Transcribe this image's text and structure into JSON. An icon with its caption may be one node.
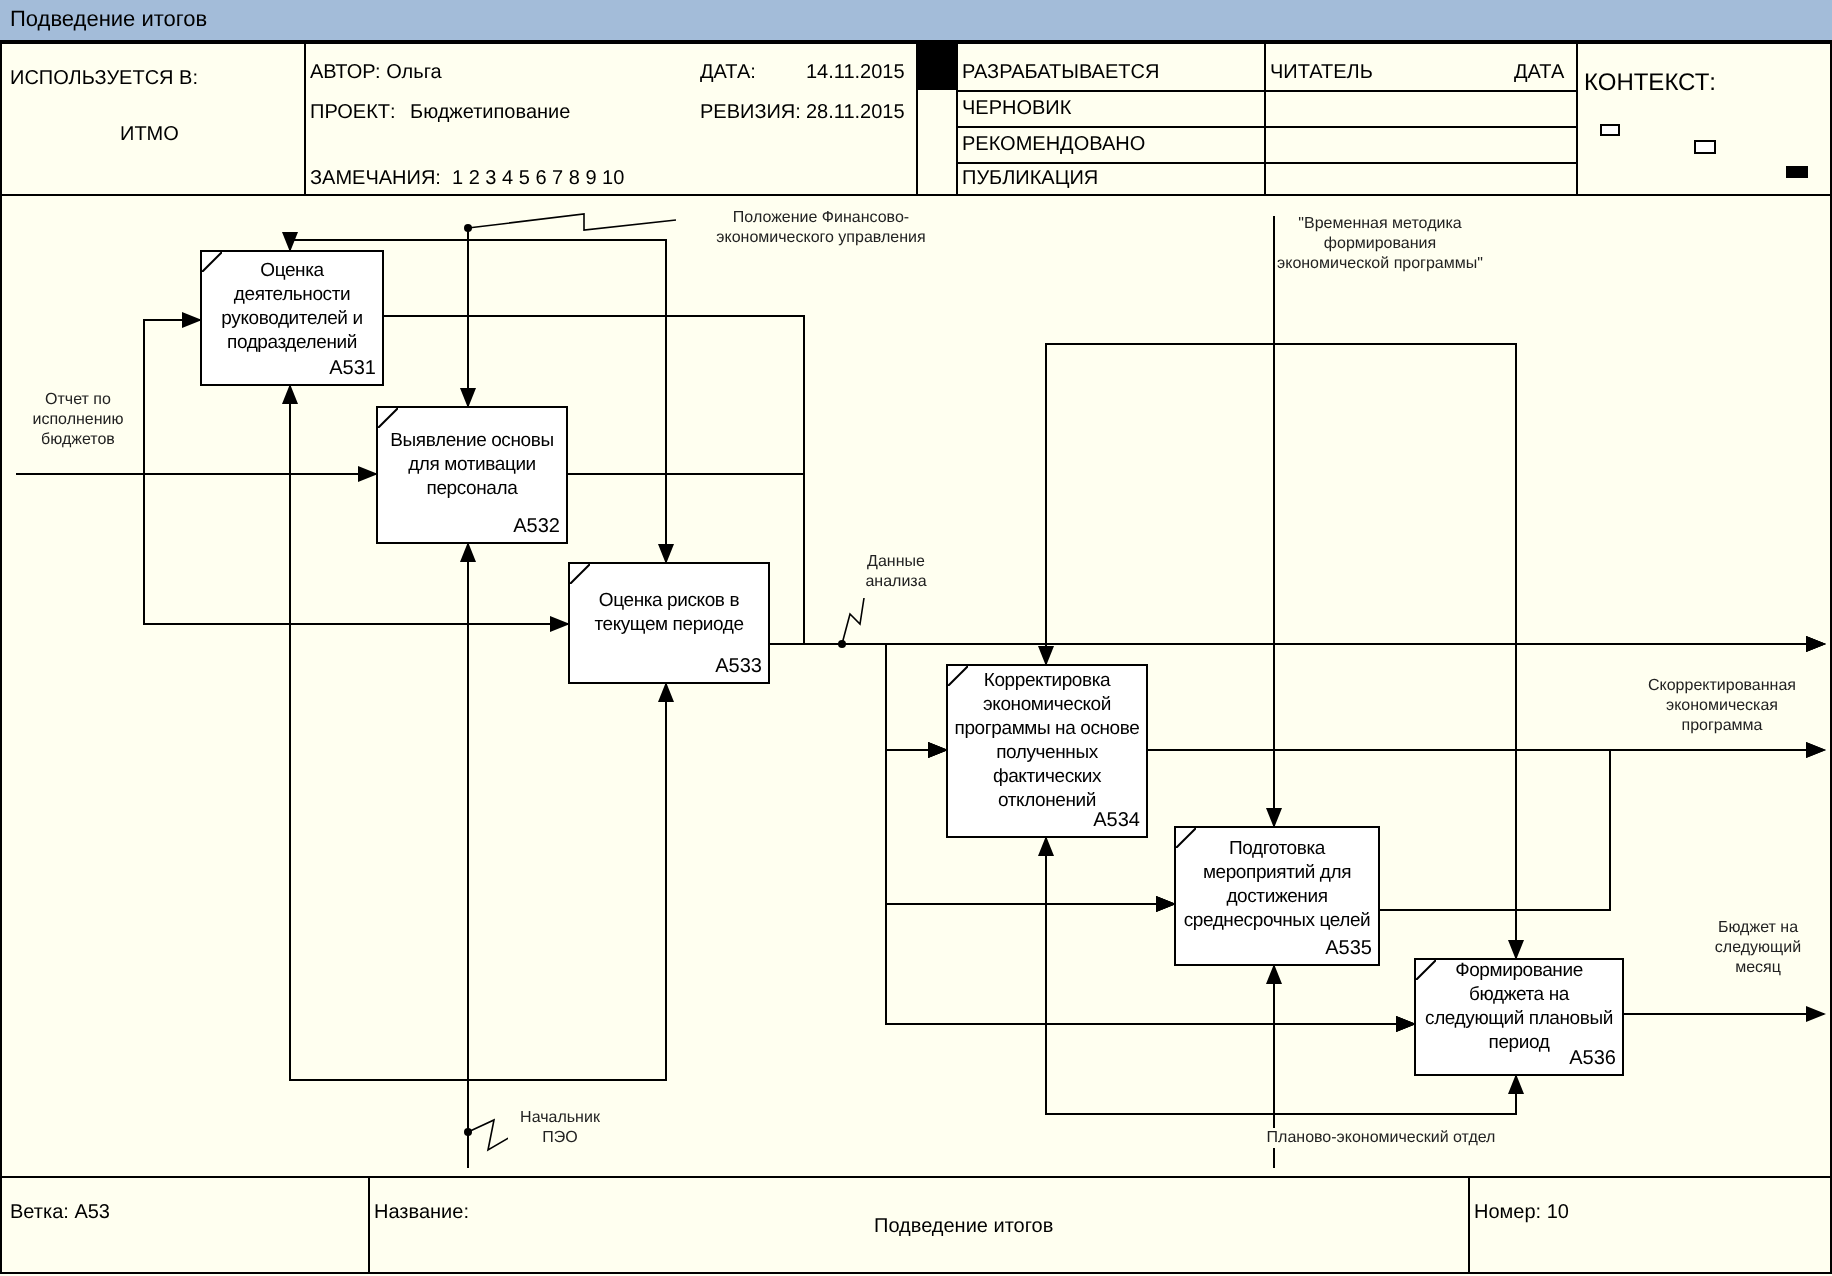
{
  "diagram": {
    "title": "Подведение итогов",
    "nodes": [
      {
        "text": [
          "Оценка деятельности руководителей и подразделений",
          "A531"
        ]
      },
      {
        "text": [
          "Выявление основы для мотивации персонала",
          "A532"
        ]
      },
      {
        "text": [
          "Оценка рисков в текущем периоде",
          "A533"
        ]
      },
      {
        "text": [
          "Корректировка экономической программы на основе полученных фактических отклонений",
          "A534"
        ]
      },
      {
        "text": [
          "Подготовка мероприятий для достижения среднесрочных целей",
          "A535"
        ]
      },
      {
        "text": [
          "Формирование бюджета на следующий плановый период",
          "A536"
        ]
      }
    ],
    "edges": [
      {
        "from": null,
        "to": 0,
        "arrow": "to"
      },
      {
        "from": null,
        "to": 1,
        "arrow": "to",
        "label": "Отчет по исполнению бюджетов"
      },
      {
        "from": null,
        "to": 2,
        "arrow": "to"
      },
      {
        "from": null,
        "to": 0,
        "arrow": "to"
      },
      {
        "from": null,
        "to": 1,
        "arrow": "to"
      },
      {
        "from": null,
        "to": 2,
        "arrow": "to",
        "label": "Положение Финансово-экономического управления"
      },
      {
        "from": null,
        "to": 0,
        "arrow": "to",
        "label": "Начальник ПЭО"
      },
      {
        "from": null,
        "to": 1,
        "arrow": "to"
      },
      {
        "from": null,
        "to": 2,
        "arrow": "to"
      },
      {
        "from": 0,
        "to": 3,
        "arrow": "to"
      },
      {
        "from": 0,
        "to": 4,
        "arrow": "to"
      },
      {
        "from": 0,
        "to": 5,
        "arrow": "to"
      },
      {
        "from": 0,
        "to": null,
        "arrow": "to"
      },
      {
        "from": 1,
        "to": 3,
        "arrow": "to"
      },
      {
        "from": 1,
        "to": 4,
        "arrow": "to"
      },
      {
        "from": 1,
        "to": 5,
        "arrow": "to"
      },
      {
        "from": 1,
        "to": null,
        "arrow": "to"
      },
      {
        "from": 2,
        "to": 3,
        "arrow": "to"
      },
      {
        "from": 2,
        "to": 4,
        "arrow": "to"
      },
      {
        "from": 2,
        "to": 5,
        "arrow": "to"
      },
      {
        "from": 2,
        "to": null,
        "arrow": "to",
        "label": "Данные анализа"
      },
      {
        "from": null,
        "to": 3,
        "arrow": "to",
        "label": "\"Временная методика формирования экономической программы\""
      },
      {
        "from": null,
        "to": 4,
        "arrow": "to"
      },
      {
        "from": null,
        "to": 5,
        "arrow": "to"
      },
      {
        "from": 3,
        "to": null,
        "arrow": "to",
        "label": "Скорректированная экономическая программа"
      },
      {
        "from": 4,
        "to": null,
        "arrow": "to"
      },
      {
        "from": 5,
        "to": null,
        "arrow": "to",
        "label": "Бюджет на следующий месяц"
      },
      {
        "from": null,
        "to": 3,
        "arrow": "to",
        "label": "Планово-экономический отдел"
      },
      {
        "from": null,
        "to": 4,
        "arrow": "to"
      },
      {
        "from": null,
        "to": 5,
        "arrow": "to"
      }
    ],
    "labels": [
      "ИСПОЛЬЗУЕТСЯ В:",
      "АВТОР: Ольга",
      "ДАТА:",
      "14.11.2015",
      "РАЗРАБАТЫВАЕТСЯ",
      "ЧИТАТЕЛЬ",
      "ДАТА",
      "КОНТЕКСТ:",
      "ПРОЕКТ:",
      "Бюджетипование",
      "РЕВИЗИЯ:",
      "28.11.2015",
      "ЧЕРНОВИК",
      "ИТМО",
      "РЕКОМЕНДОВАНО",
      "ЗАМЕЧАНИЯ:",
      "1 2 3 4 5 6 7 8 9 10",
      "ПУБЛИКАЦИЯ",
      "Ветка: A53",
      "Название:",
      "Подведение итогов",
      "Номер: 10"
    ]
  }
}
